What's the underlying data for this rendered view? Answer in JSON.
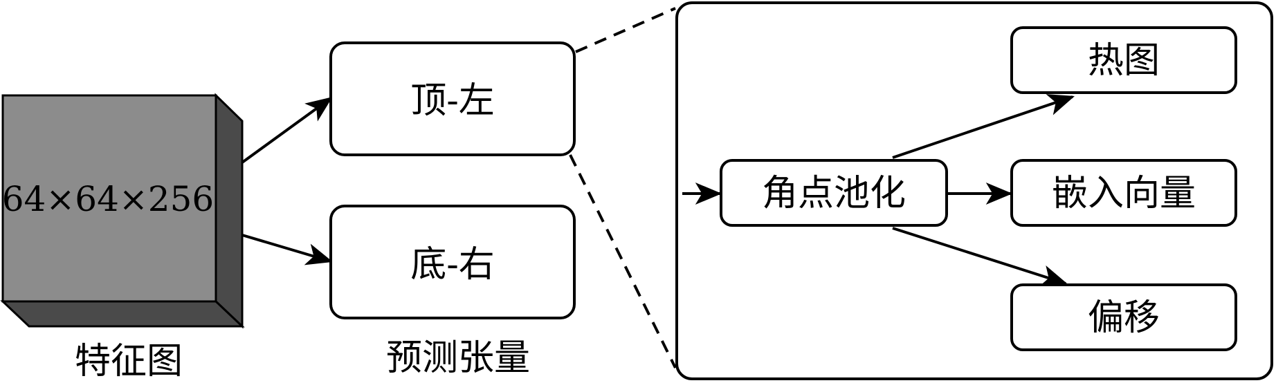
{
  "feature_map": {
    "dims": "64×64×256",
    "caption": "特征图"
  },
  "prediction": {
    "top_left": "顶-左",
    "bottom_right": "底-右",
    "caption": "预测张量"
  },
  "detail": {
    "corner_pool": "角点池化",
    "heatmap": "热图",
    "embedding": "嵌入向量",
    "offset": "偏移"
  },
  "colors": {
    "cube_front": "#8c8c8c",
    "cube_side": "#4a4a4a",
    "stroke": "#000000"
  }
}
